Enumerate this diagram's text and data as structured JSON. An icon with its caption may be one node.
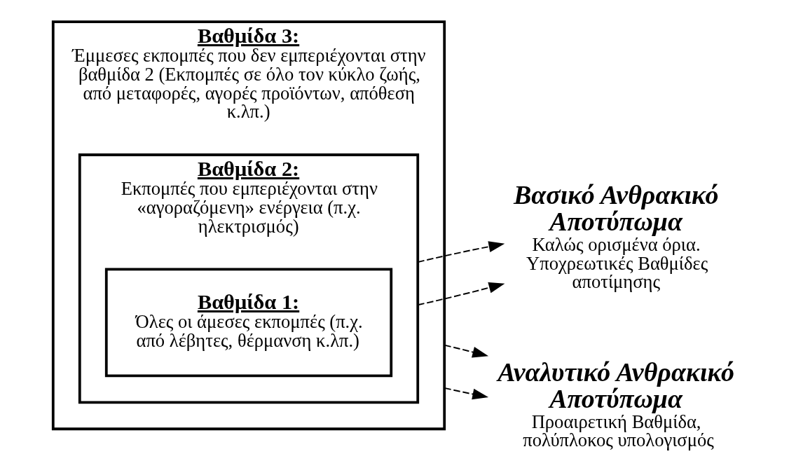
{
  "diagram": {
    "nodes": [
      {
        "text": [
          "Βαθμίδα 3:",
          "Έμμεσες εκπομπές που δεν εμπεριέχονται στην βαθμίδα 2 (Εκπομπές σε όλο τον κύκλο ζωής, από μεταφορές, αγορές προϊόντων, απόθεση κ.λπ.)"
        ]
      },
      {
        "text": [
          "Βαθμίδα 2:",
          "Εκπομπές που εμπεριέχονται στην «αγοραζόμενη» ενέργεια (π.χ. ηλεκτρισμός)"
        ],
        "in": 0
      },
      {
        "text": [
          "Βαθμίδα 1:",
          "Όλες οι άμεσες εκπομπές (π.χ. από λέβητες, θέρμανση κ.λπ.)"
        ],
        "in": 1
      },
      {
        "text": [
          "Βασικό Ανθρακικό Αποτύπωμα",
          "Καλώς ορισμένα όρια. Υποχρεωτικές Βαθμίδες αποτίμησης"
        ]
      },
      {
        "text": [
          "Αναλυτικό Ανθρακικό Αποτύπωμα",
          "Προαιρετική Βαθμίδα, πολύπλοκος υπολογισμός"
        ]
      }
    ],
    "edges": [
      {
        "from": 1,
        "to": 3,
        "arrow": "to",
        "style": "dashed"
      },
      {
        "from": 1,
        "to": 3,
        "arrow": "to",
        "style": "dashed"
      },
      {
        "from": 0,
        "to": 4,
        "arrow": "to",
        "style": "dashed"
      },
      {
        "from": 0,
        "to": 4,
        "arrow": "to",
        "style": "dashed"
      }
    ]
  }
}
